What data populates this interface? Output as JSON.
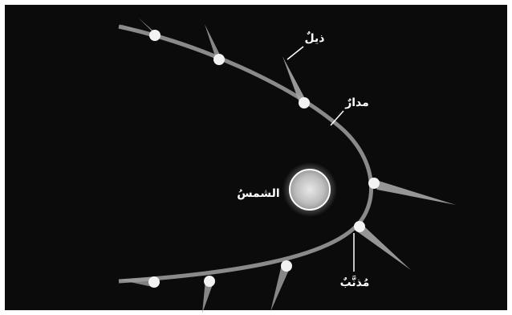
{
  "labels": {
    "tail": "ذيلٌ",
    "orbit": "مدارٌ",
    "sun": "الشمسُ",
    "comet": "مُذنَّبٌ"
  },
  "colors": {
    "background": "#0b0b0b",
    "orbit": "#8a8a8a",
    "sun": "#cfcfcf",
    "tail": "#a8a8a8",
    "label": "#ffffff"
  }
}
